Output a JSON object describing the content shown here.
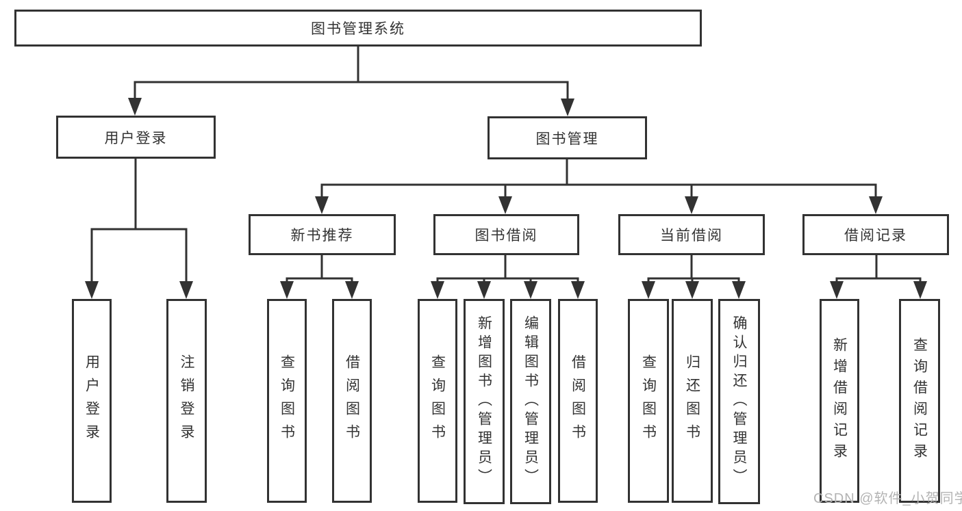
{
  "diagram": {
    "root": {
      "label": "图书管理系统"
    },
    "branches": [
      {
        "label": "用户登录",
        "children": [
          {
            "label": "用户登录"
          },
          {
            "label": "注销登录"
          }
        ]
      },
      {
        "label": "图书管理",
        "children": [
          {
            "label": "新书推荐",
            "children": [
              {
                "label": "查询图书"
              },
              {
                "label": "借阅图书"
              }
            ]
          },
          {
            "label": "图书借阅",
            "children": [
              {
                "label": "查询图书"
              },
              {
                "label": "新增图书（管理员）"
              },
              {
                "label": "编辑图书（管理员）"
              },
              {
                "label": "借阅图书"
              }
            ]
          },
          {
            "label": "当前借阅",
            "children": [
              {
                "label": "查询图书"
              },
              {
                "label": "归还图书"
              },
              {
                "label": "确认归还（管理员）"
              }
            ]
          },
          {
            "label": "借阅记录",
            "children": [
              {
                "label": "新增借阅记录"
              },
              {
                "label": "查询借阅记录"
              }
            ]
          }
        ]
      }
    ]
  },
  "watermark": {
    "text": "CSDN @软件_小贺同学"
  },
  "colors": {
    "line": "#323232",
    "text": "#333333",
    "watermark": "#b3b3b3",
    "background": "#ffffff"
  }
}
